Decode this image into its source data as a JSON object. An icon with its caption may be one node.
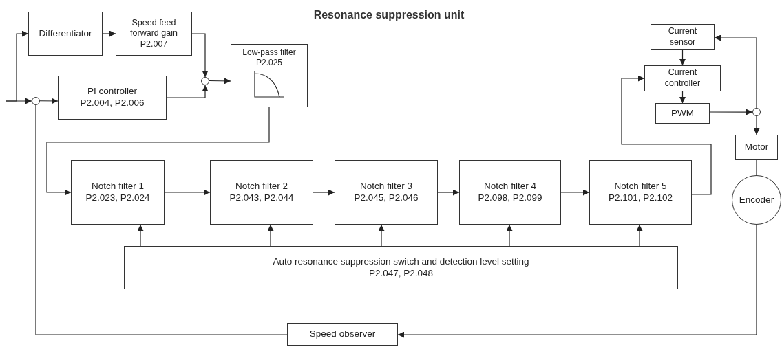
{
  "diagram": {
    "title": "Resonance suppression unit",
    "nodes": [
      {
        "text": [
          "Differentiator"
        ]
      },
      {
        "text": [
          "Speed feed forward gain",
          "P2.007"
        ]
      },
      {
        "text": [],
        "shape": "circle"
      },
      {
        "text": [
          "PI controller",
          "P2.004, P2.006"
        ]
      },
      {
        "text": [],
        "shape": "circle"
      },
      {
        "text": [
          "Low-pass filter",
          "P2.025"
        ]
      },
      {
        "text": [
          "Notch filter 1",
          "P2.023, P2.024"
        ]
      },
      {
        "text": [
          "Notch filter 2",
          "P2.043, P2.044"
        ]
      },
      {
        "text": [
          "Notch filter 3",
          "P2.045, P2.046"
        ]
      },
      {
        "text": [
          "Notch filter 4",
          "P2.098, P2.099"
        ]
      },
      {
        "text": [
          "Notch filter 5",
          "P2.101, P2.102"
        ]
      },
      {
        "text": [
          "Auto resonance suppression switch and detection level setting",
          "P2.047, P2.048"
        ]
      },
      {
        "text": [
          "Speed observer"
        ]
      },
      {
        "text": [
          "Current sensor"
        ]
      },
      {
        "text": [
          "Current controller"
        ]
      },
      {
        "text": [
          "PWM"
        ]
      },
      {
        "text": [],
        "shape": "circle"
      },
      {
        "text": [
          "Motor"
        ]
      },
      {
        "text": [
          "Encoder"
        ]
      }
    ],
    "edges": [
      {
        "from": null,
        "to": 0,
        "arrow": "to"
      },
      {
        "from": null,
        "to": 2,
        "arrow": "to"
      },
      {
        "from": 0,
        "to": 1,
        "arrow": "to"
      },
      {
        "from": 2,
        "to": 3,
        "arrow": "to"
      },
      {
        "from": 1,
        "to": 4,
        "arrow": "to"
      },
      {
        "from": 3,
        "to": 4,
        "arrow": "to"
      },
      {
        "from": 4,
        "to": 5,
        "arrow": "to"
      },
      {
        "from": 5,
        "to": 6,
        "arrow": "to"
      },
      {
        "from": 6,
        "to": 7,
        "arrow": "to"
      },
      {
        "from": 7,
        "to": 8,
        "arrow": "to"
      },
      {
        "from": 8,
        "to": 9,
        "arrow": "to"
      },
      {
        "from": 9,
        "to": 10,
        "arrow": "to"
      },
      {
        "from": 11,
        "to": 6,
        "arrow": "to"
      },
      {
        "from": 11,
        "to": 7,
        "arrow": "to"
      },
      {
        "from": 11,
        "to": 8,
        "arrow": "to"
      },
      {
        "from": 11,
        "to": 9,
        "arrow": "to"
      },
      {
        "from": 11,
        "to": 10,
        "arrow": "to"
      },
      {
        "from": 10,
        "to": 14,
        "arrow": "to"
      },
      {
        "from": 13,
        "to": 14,
        "arrow": "to"
      },
      {
        "from": 14,
        "to": 15,
        "arrow": "to"
      },
      {
        "from": 15,
        "to": 16,
        "arrow": "to"
      },
      {
        "from": 16,
        "to": 17,
        "arrow": "to"
      },
      {
        "from": 16,
        "to": 13,
        "arrow": "to"
      },
      {
        "from": 17,
        "to": 18,
        "arrow": "none"
      },
      {
        "from": 18,
        "to": 12,
        "arrow": "to"
      },
      {
        "from": 12,
        "to": 2,
        "arrow": "none"
      }
    ]
  }
}
